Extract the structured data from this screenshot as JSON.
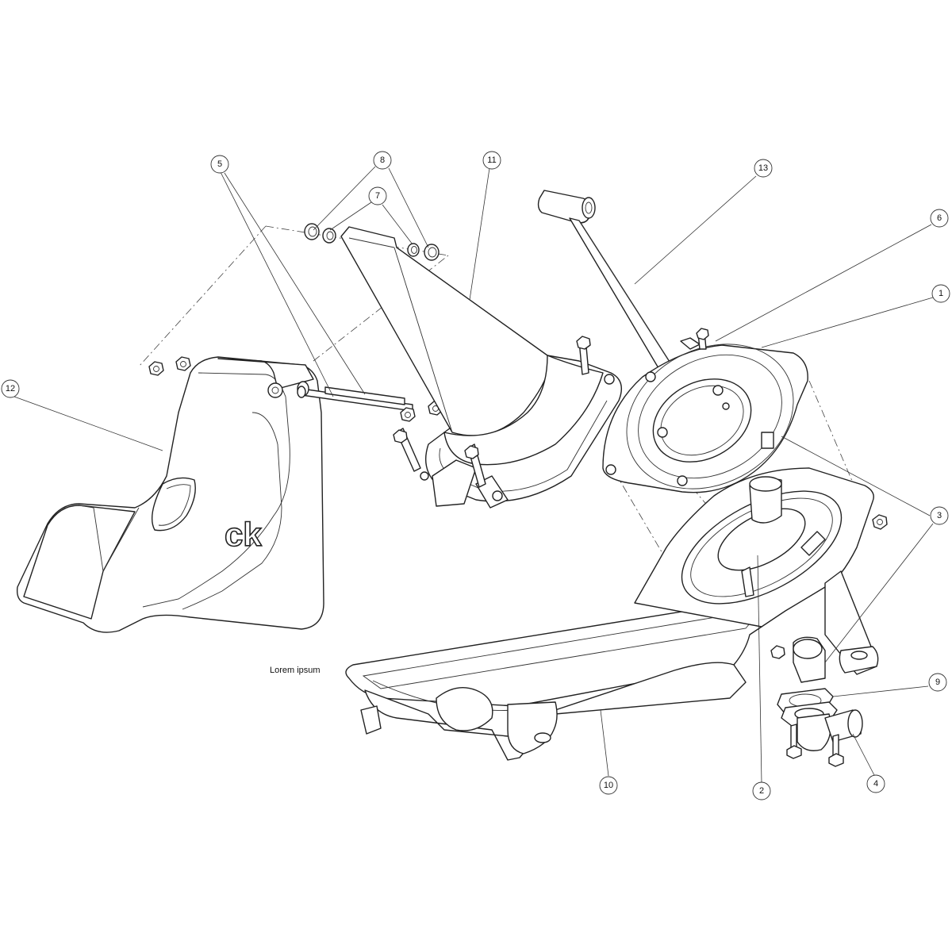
{
  "drawing": {
    "caption": "Lorem ipsum",
    "logo": "ck",
    "callouts": [
      "1",
      "2",
      "3",
      "3",
      "4",
      "5",
      "6",
      "7",
      "8",
      "9",
      "10",
      "11",
      "12",
      "13"
    ]
  }
}
